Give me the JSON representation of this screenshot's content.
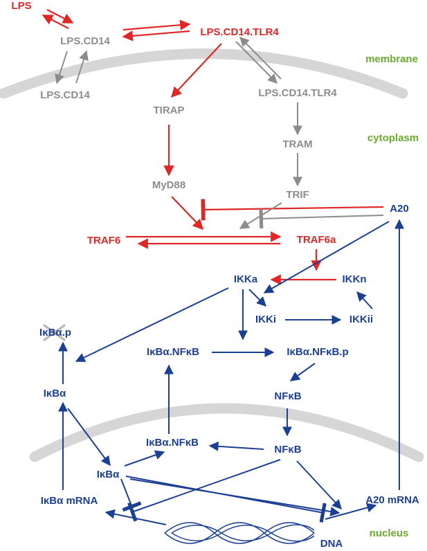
{
  "colors": {
    "red": "#e12626",
    "grey": "#8c8c8c",
    "blue": "#1b3f93",
    "region": "#6aab2e",
    "membrane": "#d6d6d6",
    "dna": "#1b3f93"
  },
  "regions": {
    "membrane": "membrane",
    "cytoplasm": "cytoplasm",
    "nucleus": "nucleus"
  },
  "nodes": {
    "lps": "LPS",
    "lps_cd14_top": "LPS.CD14",
    "lps_cd14_bottom": "LPS.CD14",
    "lps_cd14_tlr4_surface": "LPS.CD14.TLR4",
    "lps_cd14_tlr4_endosome": "LPS.CD14.TLR4",
    "tirap": "TIRAP",
    "myd88": "MyD88",
    "tram": "TRAM",
    "trif": "TRIF",
    "a20": "A20",
    "traf6": "TRAF6",
    "traf6a": "TRAF6a",
    "ikka": "IKKa",
    "ikkn": "IKKn",
    "ikki": "IKKi",
    "ikkii": "IKKii",
    "ikba_p": "IκBα.p",
    "ikba_cyto": "IκBα",
    "ikba_nfkb_cyto": "IκBα.NFκB",
    "ikba_nfkb_p": "IκBα.NFκB.p",
    "nfkb_cyto": "NFκB",
    "ikba_nfkb_nuc": "IκBα.NFκB",
    "nfkb_nuc": "NFκB",
    "ikba_nuc": "IκBα",
    "ikba_mrna": "IκBα mRNA",
    "a20_mrna": "A20 mRNA",
    "dna": "DNA"
  }
}
